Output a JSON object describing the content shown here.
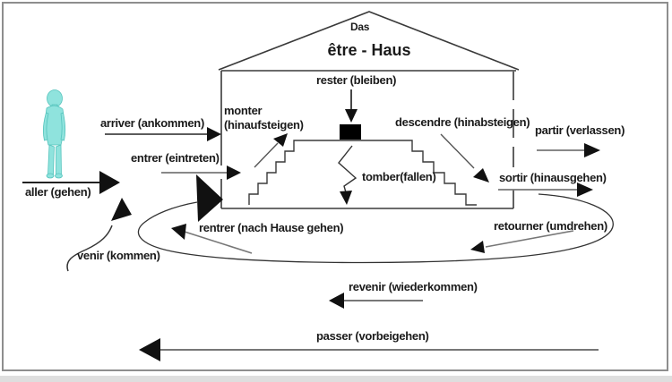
{
  "diagram_title": {
    "top": "Das",
    "main": "être - Haus"
  },
  "verbs": {
    "aller": "aller (gehen)",
    "venir": "venir (kommen)",
    "arriver": "arriver (ankommen)",
    "entrer": "entrer (eintreten)",
    "monter_line1": "monter",
    "monter_line2": "(hinaufsteigen)",
    "rester": "rester (bleiben)",
    "tomber": "tomber(fallen)",
    "descendre": "descendre (hinabsteigen)",
    "partir": "partir (verlassen)",
    "sortir": "sortir (hinausgehen)",
    "rentrer": "rentrer (nach Hause gehen)",
    "retourner": "retourner (umdrehen)",
    "revenir": "revenir (wiederkommen)",
    "passer": "passer (vorbeigehen)"
  },
  "colors": {
    "figure_teal": "#8FE3DD",
    "figure_teal_edge": "#54C3BC",
    "ink_black": "#1a1a1a",
    "stem_gray": "#777777",
    "frame_gray": "#8e8e8e"
  }
}
